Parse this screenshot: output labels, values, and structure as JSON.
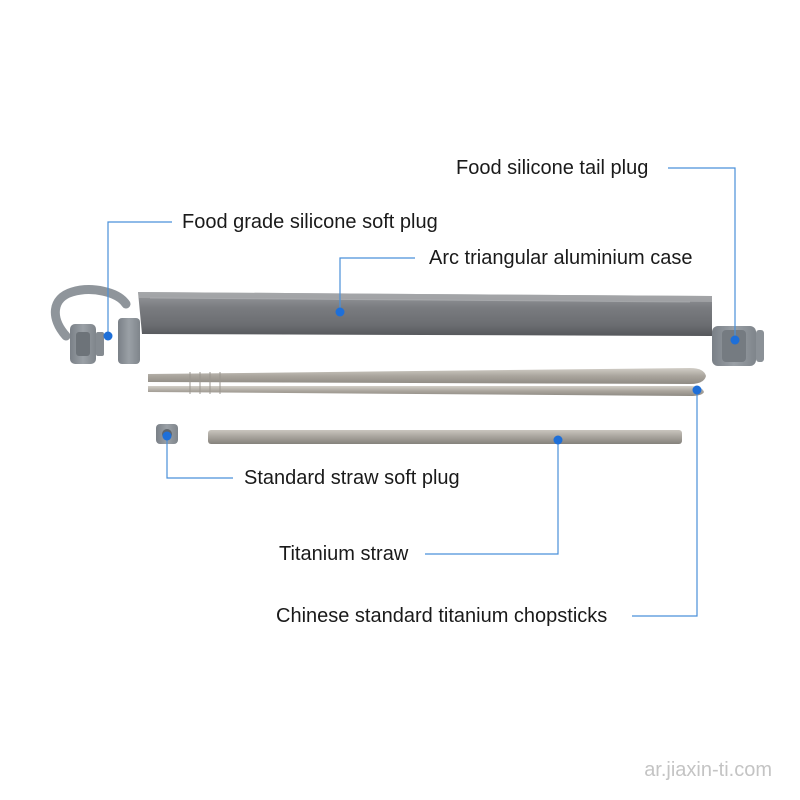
{
  "labels": {
    "tail_plug": "Food silicone tail plug",
    "soft_plug": "Food grade silicone soft plug",
    "case": "Arc triangular aluminium case",
    "straw_plug": "Standard straw soft plug",
    "straw": "Titanium straw",
    "chopsticks": "Chinese standard titanium chopsticks"
  },
  "watermark": "ar.jiaxin-ti.com",
  "colors": {
    "callout_line": "#4a90d9",
    "callout_dot": "#1e6fd8",
    "case": "#7d7f82",
    "silicone": "#8c9298",
    "titanium": "#b7b2aa"
  }
}
